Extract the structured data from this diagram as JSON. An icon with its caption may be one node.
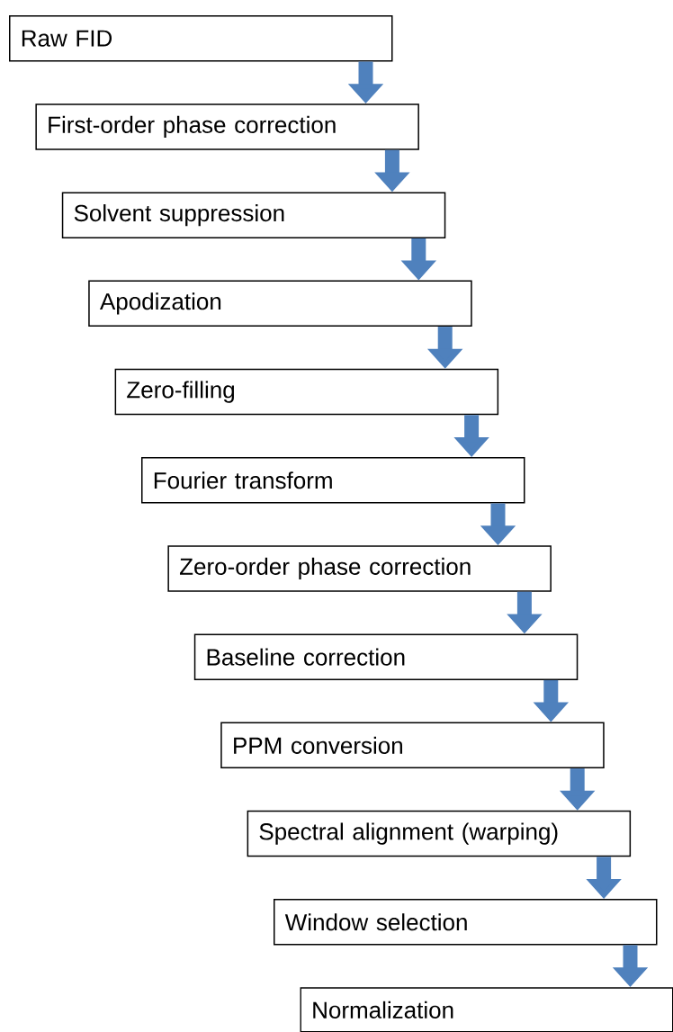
{
  "diagram": {
    "nodes": [
      {
        "text": [
          "Raw FID"
        ]
      },
      {
        "text": [
          "First-order phase correction"
        ]
      },
      {
        "text": [
          "Solvent suppression"
        ]
      },
      {
        "text": [
          "Apodization"
        ]
      },
      {
        "text": [
          "Zero-filling"
        ]
      },
      {
        "text": [
          "Fourier transform"
        ]
      },
      {
        "text": [
          "Zero-order phase correction"
        ]
      },
      {
        "text": [
          "Baseline correction"
        ]
      },
      {
        "text": [
          "PPM conversion"
        ]
      },
      {
        "text": [
          "Spectral alignment (warping)"
        ]
      },
      {
        "text": [
          "Window selection"
        ]
      },
      {
        "text": [
          "Normalization"
        ]
      }
    ],
    "edges": [
      {
        "from": 0,
        "to": 1,
        "arrow": "to"
      },
      {
        "from": 1,
        "to": 2,
        "arrow": "to"
      },
      {
        "from": 2,
        "to": 3,
        "arrow": "to"
      },
      {
        "from": 3,
        "to": 4,
        "arrow": "to"
      },
      {
        "from": 4,
        "to": 5,
        "arrow": "to"
      },
      {
        "from": 5,
        "to": 6,
        "arrow": "to"
      },
      {
        "from": 6,
        "to": 7,
        "arrow": "to"
      },
      {
        "from": 7,
        "to": 8,
        "arrow": "to"
      },
      {
        "from": 8,
        "to": 9,
        "arrow": "to"
      },
      {
        "from": 9,
        "to": 10,
        "arrow": "to"
      },
      {
        "from": 10,
        "to": 11,
        "arrow": "to"
      }
    ]
  }
}
